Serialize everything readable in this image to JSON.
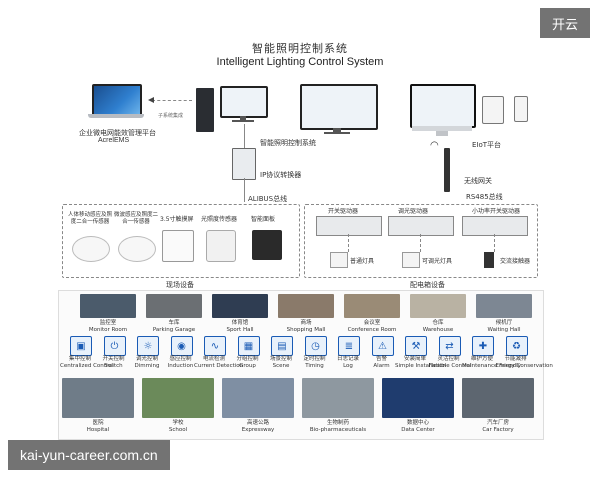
{
  "title_cn": "智能照明控制系统",
  "title_en": "Intelligent Lighting Control System",
  "watermark_top": "开云",
  "watermark_bottom": "kai-yun-career.com.cn",
  "top": {
    "ems_label_cn": "企业微电网能效管理平台",
    "ems_label_en": "AcrelEMS",
    "arrow_label": "子系统集成",
    "lighting_label": "智能照明控制系统",
    "eiot_label": "EIoT平台",
    "ip_converter": "IP协议转换器",
    "alibus": "ALIBUS总线",
    "wireless_gateway": "无线网关",
    "rs485": "RS485总线"
  },
  "field": {
    "sensor1": "人体移动感应及照度二合一传感器",
    "sensor2": "微波感应及照度二合一传感器",
    "touch": "3.5寸触摸屏",
    "light_sensor": "光照度传感器",
    "smart_panel": "智能面板",
    "label": "现场设备"
  },
  "dist": {
    "switch_module": "开关驱动器",
    "dimming_module": "调光驱动器",
    "small_module": "小功率开关驱动器",
    "normal_lamp": "普通灯具",
    "dim_lamp": "可调光灯具",
    "contactor": "交流接触器",
    "label": "配电箱设备"
  },
  "scenes": [
    {
      "cn": "监控室",
      "en": "Monitor Room",
      "color": "#4b5b6b"
    },
    {
      "cn": "车库",
      "en": "Parking Garage",
      "color": "#6b6f73"
    },
    {
      "cn": "体育馆",
      "en": "Sport Hall",
      "color": "#2f3d52"
    },
    {
      "cn": "商场",
      "en": "Shopping Mall",
      "color": "#8a7a6a"
    },
    {
      "cn": "会议室",
      "en": "Conference Room",
      "color": "#9a8b76"
    },
    {
      "cn": "仓库",
      "en": "Warehouse",
      "color": "#b9b2a3"
    },
    {
      "cn": "候机厅",
      "en": "Waiting Hall",
      "color": "#7d8793"
    }
  ],
  "functions": [
    {
      "cn": "集中控制",
      "en": "Centralized Control",
      "icon": "▣"
    },
    {
      "cn": "开关控制",
      "en": "Switch",
      "icon": "⏻"
    },
    {
      "cn": "调光控制",
      "en": "Dimming",
      "icon": "☼"
    },
    {
      "cn": "感应控制",
      "en": "Induction",
      "icon": "◉"
    },
    {
      "cn": "电流检测",
      "en": "Current Detection",
      "icon": "∿"
    },
    {
      "cn": "分组控制",
      "en": "Group",
      "icon": "▦"
    },
    {
      "cn": "场景控制",
      "en": "Scene",
      "icon": "▤"
    },
    {
      "cn": "定时控制",
      "en": "Timing",
      "icon": "◷"
    },
    {
      "cn": "日志记录",
      "en": "Log",
      "icon": "≣"
    },
    {
      "cn": "告警",
      "en": "Alarm",
      "icon": "⚠"
    },
    {
      "cn": "安装简单",
      "en": "Simple Installation",
      "icon": "⚒"
    },
    {
      "cn": "灵活控制",
      "en": "Flexible Control",
      "icon": "⇄"
    },
    {
      "cn": "维护方便",
      "en": "Maintenance Friendly",
      "icon": "✚"
    },
    {
      "cn": "节能减排",
      "en": "Energy Conservation",
      "icon": "♻"
    }
  ],
  "industries": [
    {
      "cn": "医院",
      "en": "Hospital",
      "color": "#6f7c88"
    },
    {
      "cn": "学校",
      "en": "School",
      "color": "#6b8a5a"
    },
    {
      "cn": "高速公路",
      "en": "Expressway",
      "color": "#7f8fa3"
    },
    {
      "cn": "生物制药",
      "en": "Bio-pharmaceuticals",
      "color": "#8e98a0"
    },
    {
      "cn": "数据中心",
      "en": "Data Center",
      "color": "#1f3c6e"
    },
    {
      "cn": "汽车厂房",
      "en": "Car Factory",
      "color": "#5d6670"
    }
  ]
}
